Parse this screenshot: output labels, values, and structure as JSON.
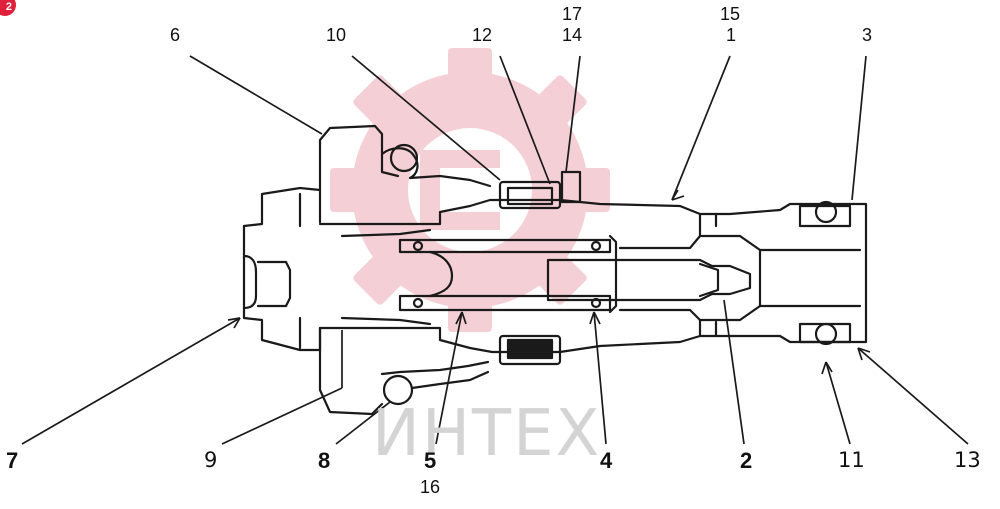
{
  "badge": {
    "text": "2"
  },
  "watermark": {
    "text": "ИНТЕХ"
  },
  "labels_top": {
    "l6": "6",
    "l10": "10",
    "l12": "12",
    "l17": "17",
    "l14": "14",
    "l15": "15",
    "l1": "1",
    "l3": "3"
  },
  "labels_bottom": {
    "l7": "7",
    "l9": "9",
    "l8": "8",
    "l5": "5",
    "l4": "4",
    "l2": "2",
    "l11": "11",
    "l13": "13",
    "l16": "16"
  },
  "colors": {
    "line": "#1a1a1a",
    "watermark": "#f2c0c8",
    "badge": "#e0203a"
  }
}
